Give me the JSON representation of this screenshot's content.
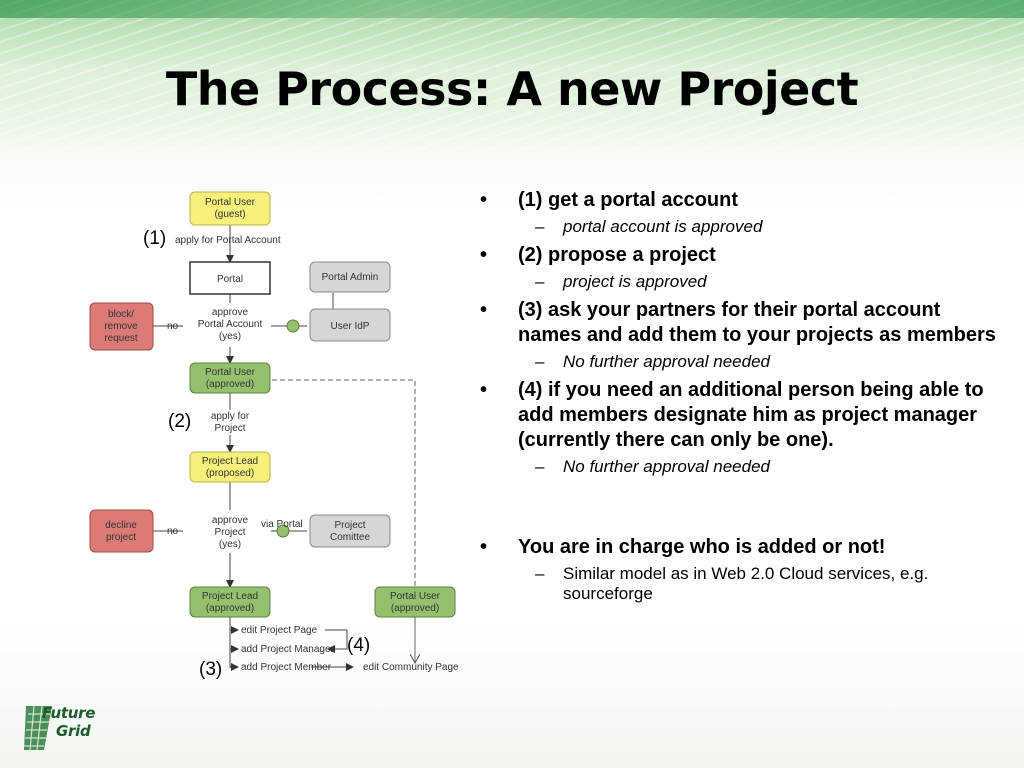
{
  "slide": {
    "title": "The Process: A new Project"
  },
  "diagram": {
    "nodes": {
      "portal_user_guest": [
        "Portal User",
        "(guest)"
      ],
      "portal": "Portal",
      "portal_admin": "Portal Admin",
      "user_idp": "User IdP",
      "block_remove": [
        "block/",
        "remove",
        "request"
      ],
      "portal_user_approved": [
        "Portal User",
        "(approved)"
      ],
      "project_lead_proposed": [
        "Project Lead",
        "(proposed)"
      ],
      "decline_project": [
        "decline",
        "project"
      ],
      "project_comittee": [
        "Project",
        "Comittee"
      ],
      "project_lead_approved": [
        "Project Lead",
        "(approved)"
      ],
      "portal_user_approved_2": [
        "Portal User",
        "(approved)"
      ]
    },
    "labels": {
      "apply_portal_account": "apply for Portal Account",
      "approve_portal_account": [
        "approve",
        "Portal Account",
        "(yes)"
      ],
      "no_1": "no",
      "apply_project": [
        "apply for",
        "Project"
      ],
      "approve_project": [
        "approve",
        "Project",
        "(yes)"
      ],
      "no_2": "no",
      "via_portal": "via Portal",
      "edit_project_page": "edit Project Page",
      "add_project_manager": "add Project Manager",
      "add_project_member": "add Project Member",
      "edit_community_page": "edit Community Page"
    },
    "markers": {
      "m1": "(1)",
      "m2": "(2)",
      "m3": "(3)",
      "m4": "(4)"
    },
    "colors": {
      "yellow": "#f7f07a",
      "green": "#95c06e",
      "red": "#dc7b76",
      "gray": "#d6d6d6",
      "white": "#ffffff"
    }
  },
  "bullets": {
    "b1": "(1) get a portal account",
    "b1_sub": "portal account is approved",
    "b2": "(2) propose a project",
    "b2_sub": "project is approved",
    "b3": "(3) ask your partners for their portal account names and add them to your projects as members",
    "b3_sub": "No further approval needed",
    "b4": "(4) if you need an additional person being able to add members designate him as project manager (currently there can only be one).",
    "b4_sub": "No further approval needed",
    "b5": "You are in charge who is added or not!",
    "b5_sub": "Similar model as in Web 2.0 Cloud services, e.g. sourceforge"
  },
  "logo": {
    "line1": "Future",
    "line2": "Grid"
  }
}
